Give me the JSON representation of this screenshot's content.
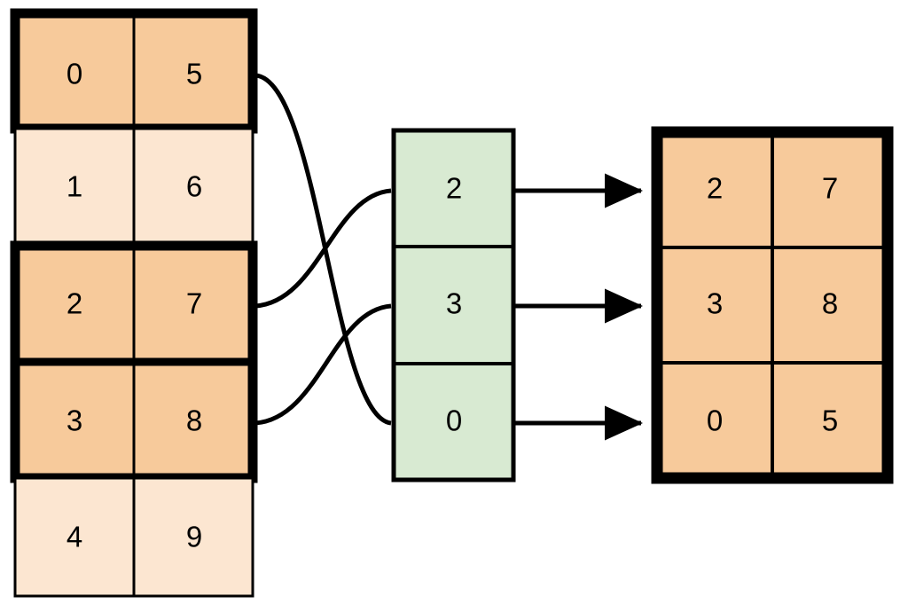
{
  "diagram": {
    "title": "array-gather-scatter-diagram",
    "colors": {
      "highlight_fill": "#f7ca9b",
      "dim_fill": "#fce6d1",
      "index_fill": "#d8ead2",
      "stroke": "#000000",
      "background": "#ffffff"
    },
    "source_table": {
      "name": "source-array",
      "columns": 2,
      "rows": [
        {
          "cells": [
            "0",
            "5"
          ],
          "highlighted": true
        },
        {
          "cells": [
            "1",
            "6"
          ],
          "highlighted": false
        },
        {
          "cells": [
            "2",
            "7"
          ],
          "highlighted": true
        },
        {
          "cells": [
            "3",
            "8"
          ],
          "highlighted": true
        },
        {
          "cells": [
            "4",
            "9"
          ],
          "highlighted": false
        }
      ]
    },
    "index_column": {
      "name": "index-array",
      "cells": [
        "2",
        "3",
        "0"
      ]
    },
    "result_table": {
      "name": "result-array",
      "columns": 2,
      "rows": [
        {
          "cells": [
            "2",
            "7"
          ]
        },
        {
          "cells": [
            "3",
            "8"
          ]
        },
        {
          "cells": [
            "0",
            "5"
          ]
        }
      ]
    },
    "connectors": [
      {
        "name": "curve-source-row0-to-index-2",
        "from_row": "0",
        "to_index": "0"
      },
      {
        "name": "curve-source-row2-to-index-0",
        "from_row": "2",
        "to_index": "2"
      },
      {
        "name": "curve-source-row3-to-index-1",
        "from_row": "3",
        "to_index": "3"
      }
    ],
    "arrows": [
      {
        "name": "arrow-index-0-to-result-row0",
        "label": "2"
      },
      {
        "name": "arrow-index-1-to-result-row1",
        "label": "3"
      },
      {
        "name": "arrow-index-2-to-result-row2",
        "label": "0"
      }
    ]
  }
}
